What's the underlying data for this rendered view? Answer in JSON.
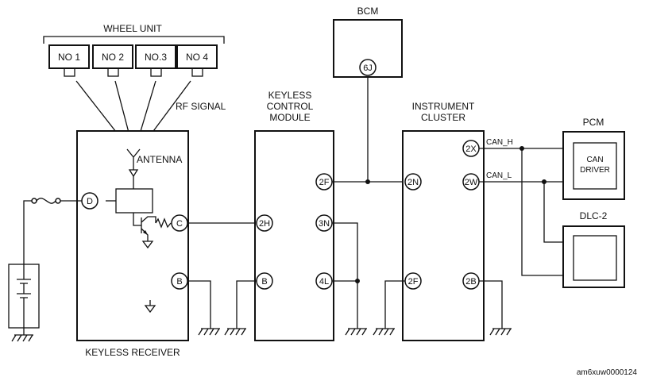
{
  "colors": {
    "line": "#111111",
    "background": "#ffffff"
  },
  "labels": {
    "wheel_unit": "WHEEL UNIT",
    "rf_signal": "RF SIGNAL",
    "antenna": "ANTENNA",
    "keyless_receiver": "KEYLESS RECEIVER",
    "keyless_control_module_line1": "KEYLESS",
    "keyless_control_module_line2": "CONTROL",
    "keyless_control_module_line3": "MODULE",
    "bcm": "BCM",
    "instrument_cluster_line1": "INSTRUMENT",
    "instrument_cluster_line2": "CLUSTER",
    "pcm": "PCM",
    "can_driver_line1": "CAN",
    "can_driver_line2": "DRIVER",
    "dlc2": "DLC-2",
    "can_h": "CAN_H",
    "can_l": "CAN_L",
    "figure_code": "am6xuw0000124"
  },
  "wheel_units": [
    "NO 1",
    "NO 2",
    "NO.3",
    "NO 4"
  ],
  "terminals": {
    "receiver_d": "D",
    "receiver_c": "C",
    "receiver_b": "B",
    "kcm_2h": "2H",
    "kcm_b": "B",
    "kcm_2f": "2F",
    "kcm_3n": "3N",
    "kcm_4l": "4L",
    "bcm_6j": "6J",
    "ic_2n": "2N",
    "ic_2f": "2F",
    "ic_2x": "2X",
    "ic_2w": "2W",
    "ic_2b": "2B"
  }
}
